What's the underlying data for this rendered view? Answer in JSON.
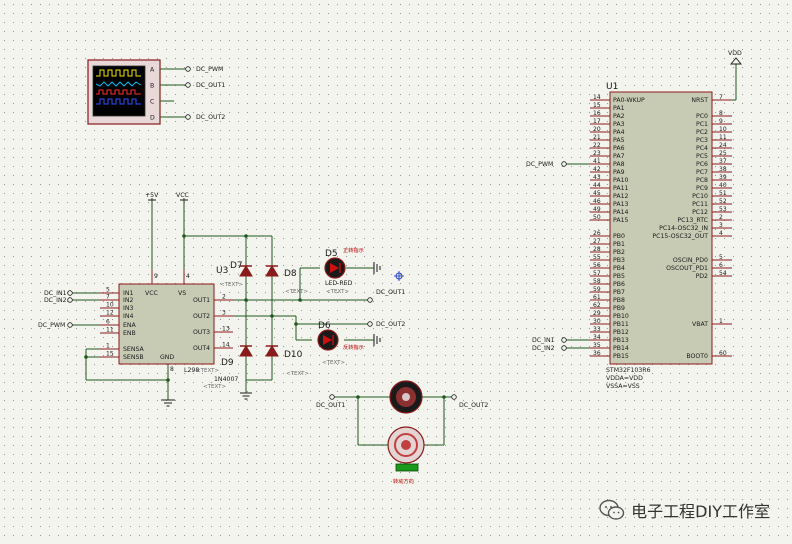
{
  "scope": {
    "channels": [
      "A",
      "B",
      "C",
      "D"
    ]
  },
  "nets": {
    "dc_pwm": "DC_PWM",
    "dc_out1": "DC_OUT1",
    "dc_out2": "DC_OUT2",
    "dc_in1": "DC_IN1",
    "dc_in2": "DC_IN2",
    "plus5v": "+5V",
    "vcc": "VCC",
    "vdd": "VDD"
  },
  "l298": {
    "ref": "U3",
    "part": "L298",
    "left_pins": [
      {
        "num": "5",
        "name": "IN1"
      },
      {
        "num": "7",
        "name": "IN2"
      },
      {
        "num": "10",
        "name": "IN3"
      },
      {
        "num": "12",
        "name": "IN4"
      },
      {
        "num": "6",
        "name": "ENA"
      },
      {
        "num": "11",
        "name": "ENB"
      },
      {
        "num": "1",
        "name": "SENSA"
      },
      {
        "num": "15",
        "name": "SENSB"
      }
    ],
    "right_pins": [
      {
        "num": "2",
        "name": "OUT1"
      },
      {
        "num": "3",
        "name": "OUT2"
      },
      {
        "num": "13",
        "name": "OUT3"
      },
      {
        "num": "14",
        "name": "OUT4"
      }
    ],
    "top_pins": [
      {
        "num": "9",
        "name": "VCC"
      },
      {
        "num": "4",
        "name": "VS"
      }
    ],
    "bottom_pin": {
      "num": "8",
      "name": "GND"
    }
  },
  "diodes": {
    "d7": "D7",
    "d8": "D8",
    "d9": "D9",
    "d10": "D10",
    "part": "1N4007"
  },
  "leds": {
    "d5": "D5",
    "d6": "D6",
    "part": "LED-RED",
    "d5_note": "正转指示",
    "d6_note": "反转指示"
  },
  "text_placeholder": "<TEXT>",
  "motor_label": "转动方向",
  "mcu": {
    "ref": "U1",
    "part": "STM32F103R6",
    "extra": [
      "VDDA=VDD",
      "VSSA=VSS"
    ],
    "left_pins": [
      {
        "num": "14",
        "name": "PA0-WKUP"
      },
      {
        "num": "15",
        "name": "PA1"
      },
      {
        "num": "16",
        "name": "PA2"
      },
      {
        "num": "17",
        "name": "PA3"
      },
      {
        "num": "20",
        "name": "PA4"
      },
      {
        "num": "21",
        "name": "PA5"
      },
      {
        "num": "22",
        "name": "PA6"
      },
      {
        "num": "23",
        "name": "PA7"
      },
      {
        "num": "41",
        "name": "PA8"
      },
      {
        "num": "42",
        "name": "PA9"
      },
      {
        "num": "43",
        "name": "PA10"
      },
      {
        "num": "44",
        "name": "PA11"
      },
      {
        "num": "45",
        "name": "PA12"
      },
      {
        "num": "46",
        "name": "PA13"
      },
      {
        "num": "49",
        "name": "PA14"
      },
      {
        "num": "50",
        "name": "PA15"
      },
      {
        "num": "",
        "name": ""
      },
      {
        "num": "26",
        "name": "PB0"
      },
      {
        "num": "27",
        "name": "PB1"
      },
      {
        "num": "28",
        "name": "PB2"
      },
      {
        "num": "55",
        "name": "PB3"
      },
      {
        "num": "56",
        "name": "PB4"
      },
      {
        "num": "57",
        "name": "PB5"
      },
      {
        "num": "58",
        "name": "PB6"
      },
      {
        "num": "59",
        "name": "PB7"
      },
      {
        "num": "61",
        "name": "PB8"
      },
      {
        "num": "62",
        "name": "PB9"
      },
      {
        "num": "29",
        "name": "PB10"
      },
      {
        "num": "30",
        "name": "PB11"
      },
      {
        "num": "33",
        "name": "PB12"
      },
      {
        "num": "34",
        "name": "PB13"
      },
      {
        "num": "35",
        "name": "PB14"
      },
      {
        "num": "36",
        "name": "PB15"
      }
    ],
    "right_pins": [
      {
        "num": "7",
        "name": "NRST"
      },
      {
        "num": "",
        "name": ""
      },
      {
        "num": "8",
        "name": "PC0"
      },
      {
        "num": "9",
        "name": "PC1"
      },
      {
        "num": "10",
        "name": "PC2"
      },
      {
        "num": "11",
        "name": "PC3"
      },
      {
        "num": "24",
        "name": "PC4"
      },
      {
        "num": "25",
        "name": "PC5"
      },
      {
        "num": "37",
        "name": "PC6"
      },
      {
        "num": "38",
        "name": "PC7"
      },
      {
        "num": "39",
        "name": "PC8"
      },
      {
        "num": "40",
        "name": "PC9"
      },
      {
        "num": "51",
        "name": "PC10"
      },
      {
        "num": "52",
        "name": "PC11"
      },
      {
        "num": "53",
        "name": "PC12"
      },
      {
        "num": "2",
        "name": "PC13_RTC"
      },
      {
        "num": "3",
        "name": "PC14-OSC32_IN"
      },
      {
        "num": "4",
        "name": "PC15-OSC32_OUT"
      },
      {
        "num": "",
        "name": ""
      },
      {
        "num": "",
        "name": ""
      },
      {
        "num": "5",
        "name": "OSCIN_PD0"
      },
      {
        "num": "6",
        "name": "OSCOUT_PD1"
      },
      {
        "num": "54",
        "name": "PD2"
      },
      {
        "num": "",
        "name": ""
      },
      {
        "num": "",
        "name": ""
      },
      {
        "num": "",
        "name": ""
      },
      {
        "num": "",
        "name": ""
      },
      {
        "num": "",
        "name": ""
      },
      {
        "num": "1",
        "name": "VBAT"
      },
      {
        "num": "",
        "name": ""
      },
      {
        "num": "",
        "name": ""
      },
      {
        "num": "",
        "name": ""
      },
      {
        "num": "60",
        "name": "BOOT0"
      }
    ]
  },
  "watermark": "电子工程DIY工作室"
}
